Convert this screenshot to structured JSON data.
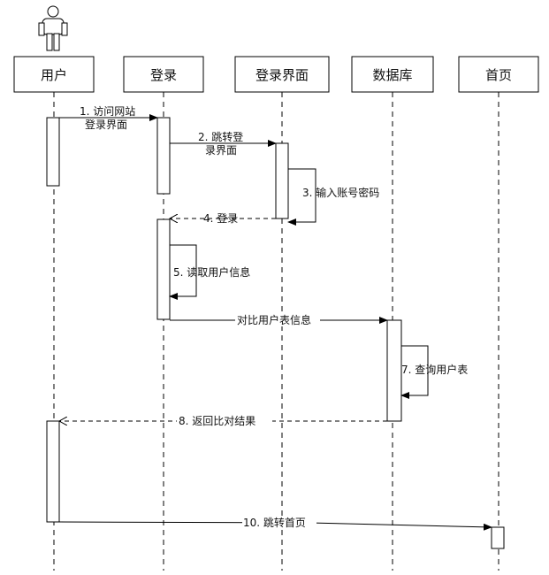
{
  "participants": [
    {
      "id": "user",
      "label": "用户"
    },
    {
      "id": "login",
      "label": "登录"
    },
    {
      "id": "login_ui",
      "label": "登录界面"
    },
    {
      "id": "db",
      "label": "数据库"
    },
    {
      "id": "home",
      "label": "首页"
    }
  ],
  "messages": [
    {
      "id": "m1",
      "label_lines": [
        "1. 访问网站",
        "登录界面"
      ],
      "from": "user",
      "to": "login",
      "style": "solid"
    },
    {
      "id": "m2",
      "label_lines": [
        "2. 跳转登",
        "录界面"
      ],
      "from": "login",
      "to": "login_ui",
      "style": "solid"
    },
    {
      "id": "m3",
      "label_lines": [
        "3. 输入账号密码"
      ],
      "from": "login_ui",
      "to": "login_ui",
      "style": "self"
    },
    {
      "id": "m4",
      "label_lines": [
        "4. 登录"
      ],
      "from": "login_ui",
      "to": "login",
      "style": "dashed"
    },
    {
      "id": "m5",
      "label_lines": [
        "5. 读取用户信息"
      ],
      "from": "login",
      "to": "login",
      "style": "self"
    },
    {
      "id": "m6",
      "label_lines": [
        "对比用户表信息"
      ],
      "from": "login",
      "to": "db",
      "style": "solid"
    },
    {
      "id": "m7",
      "label_lines": [
        "7. 查询用户表"
      ],
      "from": "db",
      "to": "db",
      "style": "self"
    },
    {
      "id": "m8",
      "label_lines": [
        "8. 返回比对结果"
      ],
      "from": "db",
      "to": "user",
      "style": "dashed"
    },
    {
      "id": "m10",
      "label_lines": [
        "10. 跳转首页"
      ],
      "from": "user",
      "to": "home",
      "style": "solid"
    }
  ]
}
